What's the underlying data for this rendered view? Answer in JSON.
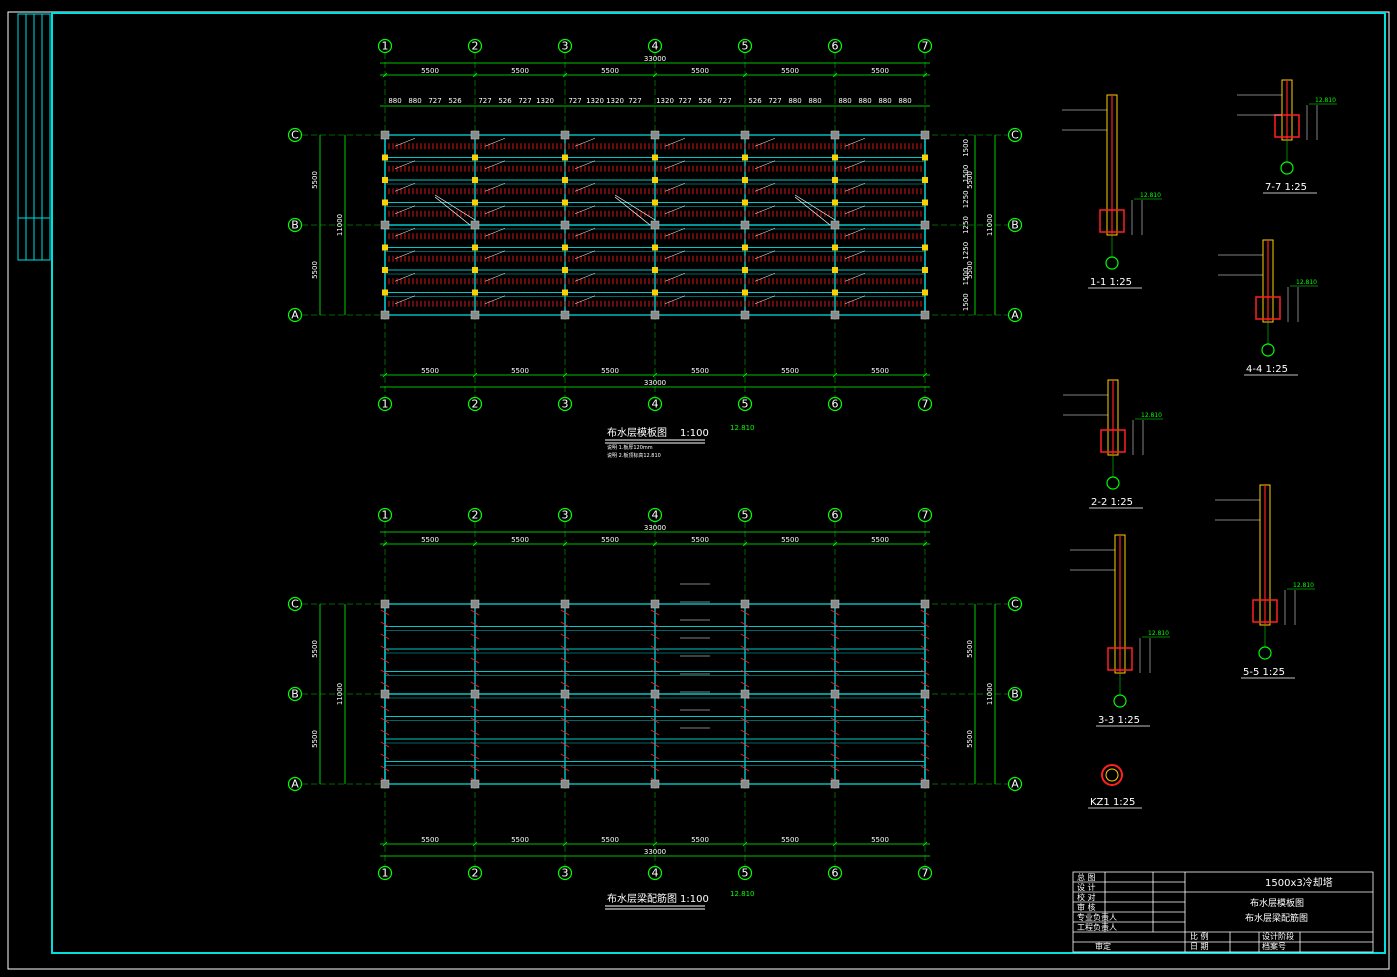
{
  "axes_x": [
    "1",
    "2",
    "3",
    "4",
    "5",
    "6",
    "7"
  ],
  "axes_y": [
    "C",
    "B",
    "A"
  ],
  "dims": {
    "bay": "5500",
    "total_x": "33000",
    "total_y": "11000",
    "half_y": "5500",
    "sub_top": [
      "880",
      "880",
      "727",
      "526",
      "727",
      "1320",
      "1320",
      "727",
      "526",
      "727",
      "880",
      "880"
    ],
    "sub_y": [
      "1500",
      "1500",
      "1250",
      "1250",
      "1250",
      "1500",
      "1500"
    ]
  },
  "plan_top": {
    "title": "布水层模板图",
    "scale": "1:100",
    "level": "12.810",
    "notes": [
      "说明 1.板厚120mm",
      "说明 2.板顶标高12.810"
    ]
  },
  "plan_bottom": {
    "title": "布水层梁配筋图",
    "scale": "1:100",
    "level": "12.810"
  },
  "sections": [
    {
      "id": "s11",
      "label": "1-1",
      "scale": "1:25",
      "level": "12.810"
    },
    {
      "id": "s77",
      "label": "7-7",
      "scale": "1:25",
      "level": "12.810"
    },
    {
      "id": "s44",
      "label": "4-4",
      "scale": "1:25",
      "level": "12.810"
    },
    {
      "id": "s22",
      "label": "2-2",
      "scale": "1:25",
      "level": "12.810"
    },
    {
      "id": "s55",
      "label": "5-5",
      "scale": "1:25",
      "level": "12.810"
    },
    {
      "id": "s33",
      "label": "3-3",
      "scale": "1:25",
      "level": "12.810"
    },
    {
      "id": "kz1",
      "label": "KZ1",
      "scale": "1:25"
    }
  ],
  "title_block": {
    "project": "1500x3冷却塔",
    "drawing1": "布水层模板图",
    "drawing2": "布水层梁配筋图",
    "rows": [
      "总 图",
      "设 计",
      "校 对",
      "审 核",
      "专业负责人",
      "工程负责人"
    ],
    "bottom": [
      "审定",
      "比 例",
      "日 期",
      "设计阶段",
      "档案号"
    ]
  },
  "colors": {
    "frame": "#00dede",
    "grid": "#00ff00",
    "beam": "#00c8c8",
    "rebar": "#ff2020",
    "text": "#ffffff"
  }
}
